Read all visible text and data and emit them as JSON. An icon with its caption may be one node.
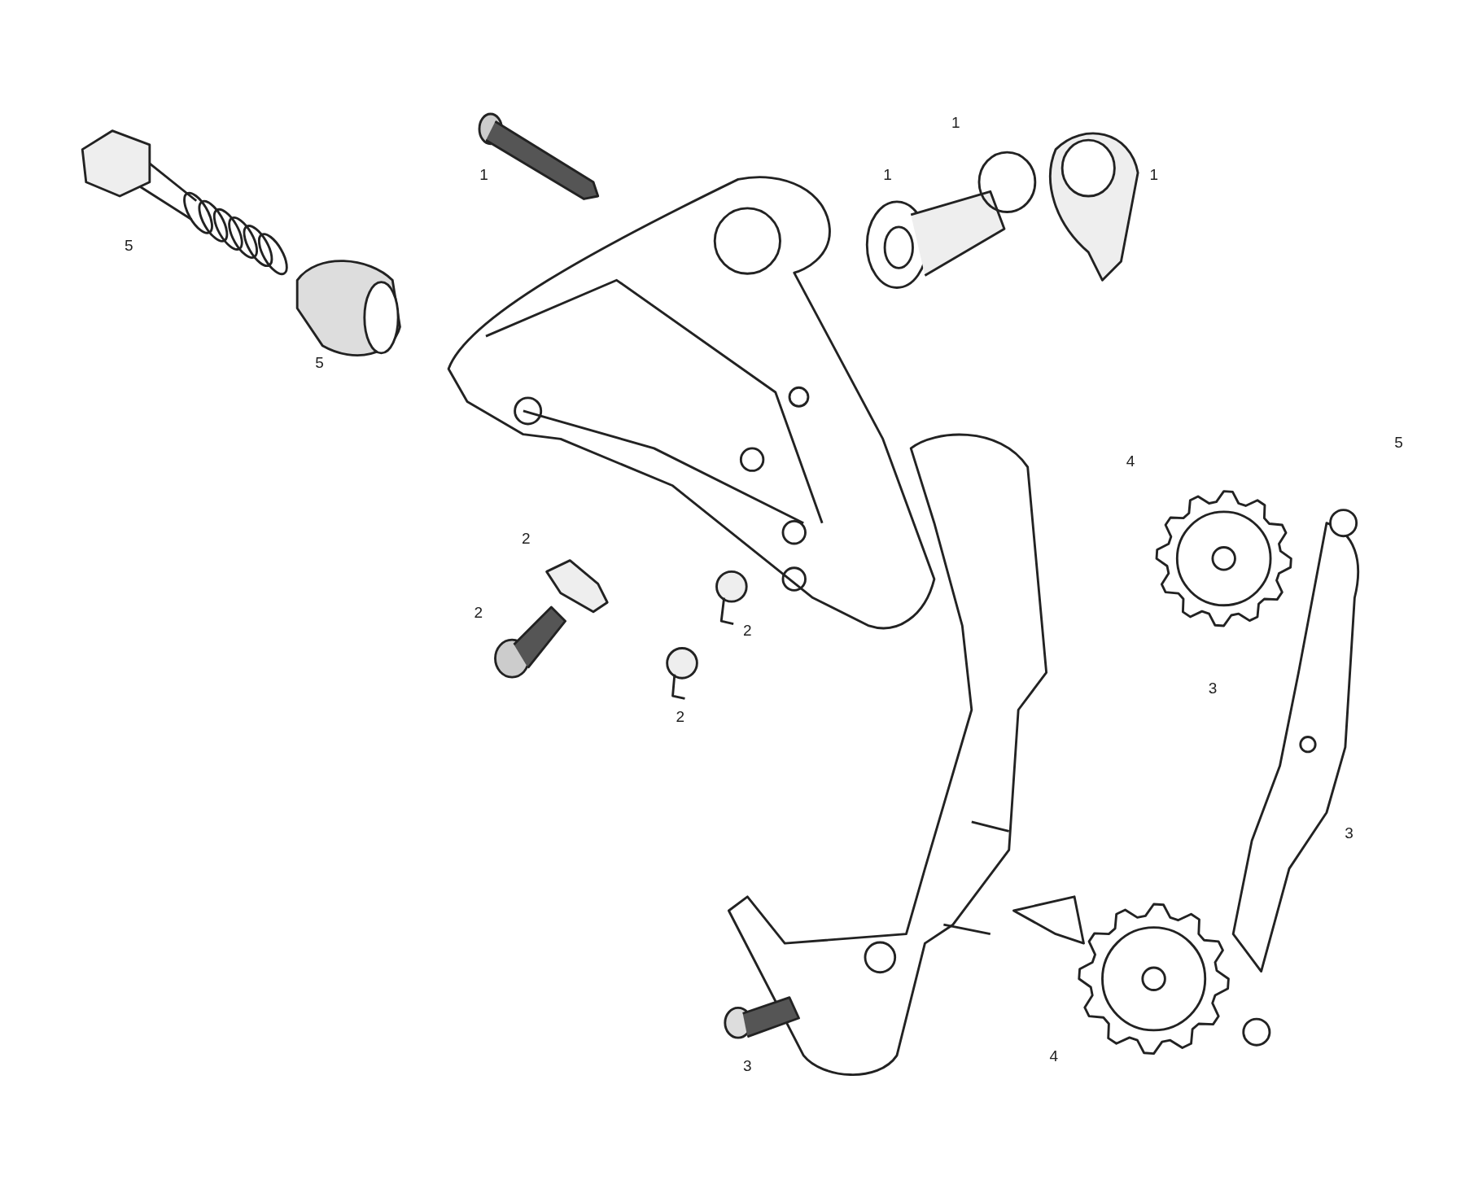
{
  "diagram": {
    "labels": [
      "1",
      "1",
      "1",
      "1",
      "5",
      "5",
      "5",
      "4",
      "2",
      "2",
      "2",
      "3",
      "2",
      "3",
      "4",
      "3"
    ]
  }
}
